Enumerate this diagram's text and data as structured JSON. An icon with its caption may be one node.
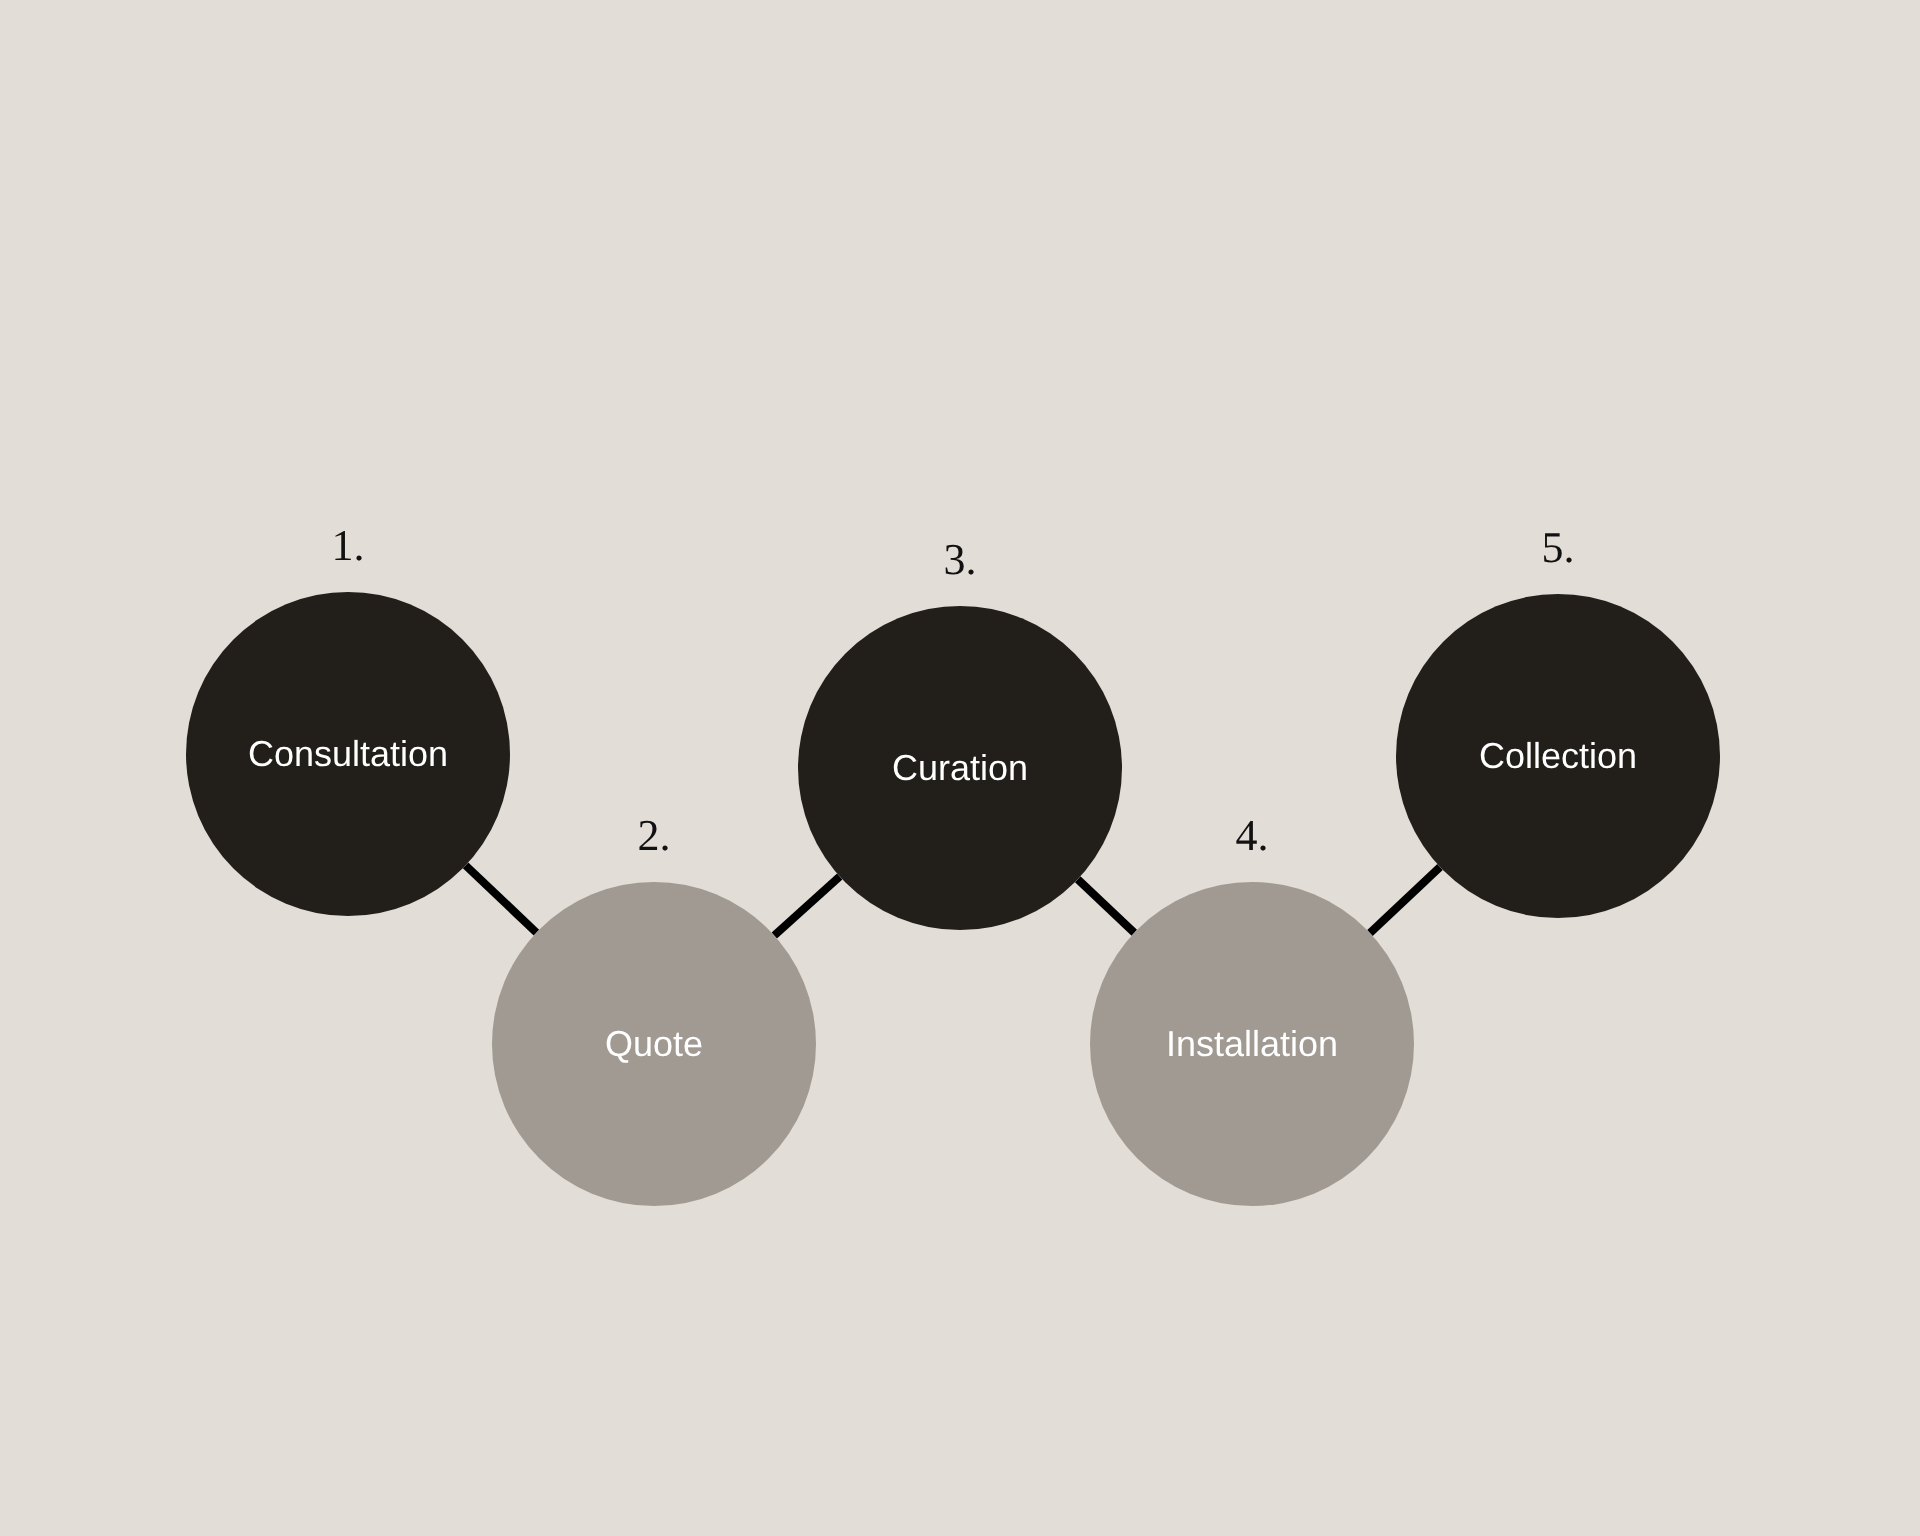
{
  "diagram": {
    "nodes": [
      {
        "text": [
          "Consultation"
        ],
        "beside": [
          "1."
        ]
      },
      {
        "text": [
          "Quote"
        ],
        "beside": [
          "2."
        ]
      },
      {
        "text": [
          "Curation"
        ],
        "beside": [
          "3."
        ]
      },
      {
        "text": [
          "Installation"
        ],
        "beside": [
          "4."
        ]
      },
      {
        "text": [
          "Collection"
        ],
        "beside": [
          "5."
        ]
      }
    ],
    "edges": [
      {
        "from": 0,
        "to": 1,
        "arrow": "none"
      },
      {
        "from": 1,
        "to": 2,
        "arrow": "none"
      },
      {
        "from": 2,
        "to": 3,
        "arrow": "none"
      },
      {
        "from": 3,
        "to": 4,
        "arrow": "none"
      }
    ]
  }
}
